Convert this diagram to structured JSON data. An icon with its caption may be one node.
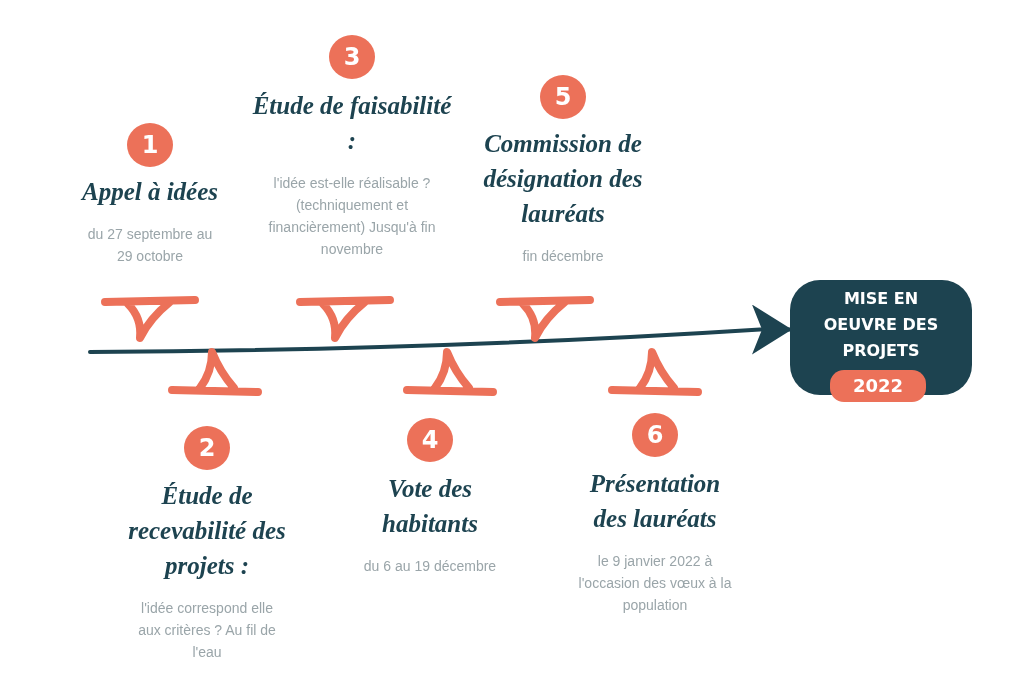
{
  "diagram": {
    "nodes": [
      {
        "text": [
          "1"
        ],
        "beside": [
          "Appel à idées",
          "du 27 septembre au 29 octobre"
        ]
      },
      {
        "text": [
          "2"
        ],
        "beside": [
          "Étude de recevabilité des projets :",
          "l'idée correspond elle aux critères ? Au fil de l'eau"
        ]
      },
      {
        "text": [
          "3"
        ],
        "beside": [
          "Étude de faisabilité :",
          "l'idée est-elle réalisable ? (techniquement et financièrement) Jusqu'à fin novembre"
        ]
      },
      {
        "text": [
          "4"
        ],
        "beside": [
          "Vote des habitants",
          "du 6 au 19 décembre"
        ]
      },
      {
        "text": [
          "5"
        ],
        "beside": [
          "Commission de désignation des lauréats",
          "fin décembre"
        ]
      },
      {
        "text": [
          "6"
        ],
        "beside": [
          "Présentation des lauréats",
          "le 9 janvier 2022 à l'occasion des vœux à la population"
        ]
      },
      {
        "text": [
          "MISE EN OEUVRE DES PROJETS"
        ]
      },
      {
        "text": [
          "2022"
        ]
      }
    ],
    "edges": [
      {
        "from": null,
        "to": 6,
        "arrow": "to"
      }
    ]
  }
}
